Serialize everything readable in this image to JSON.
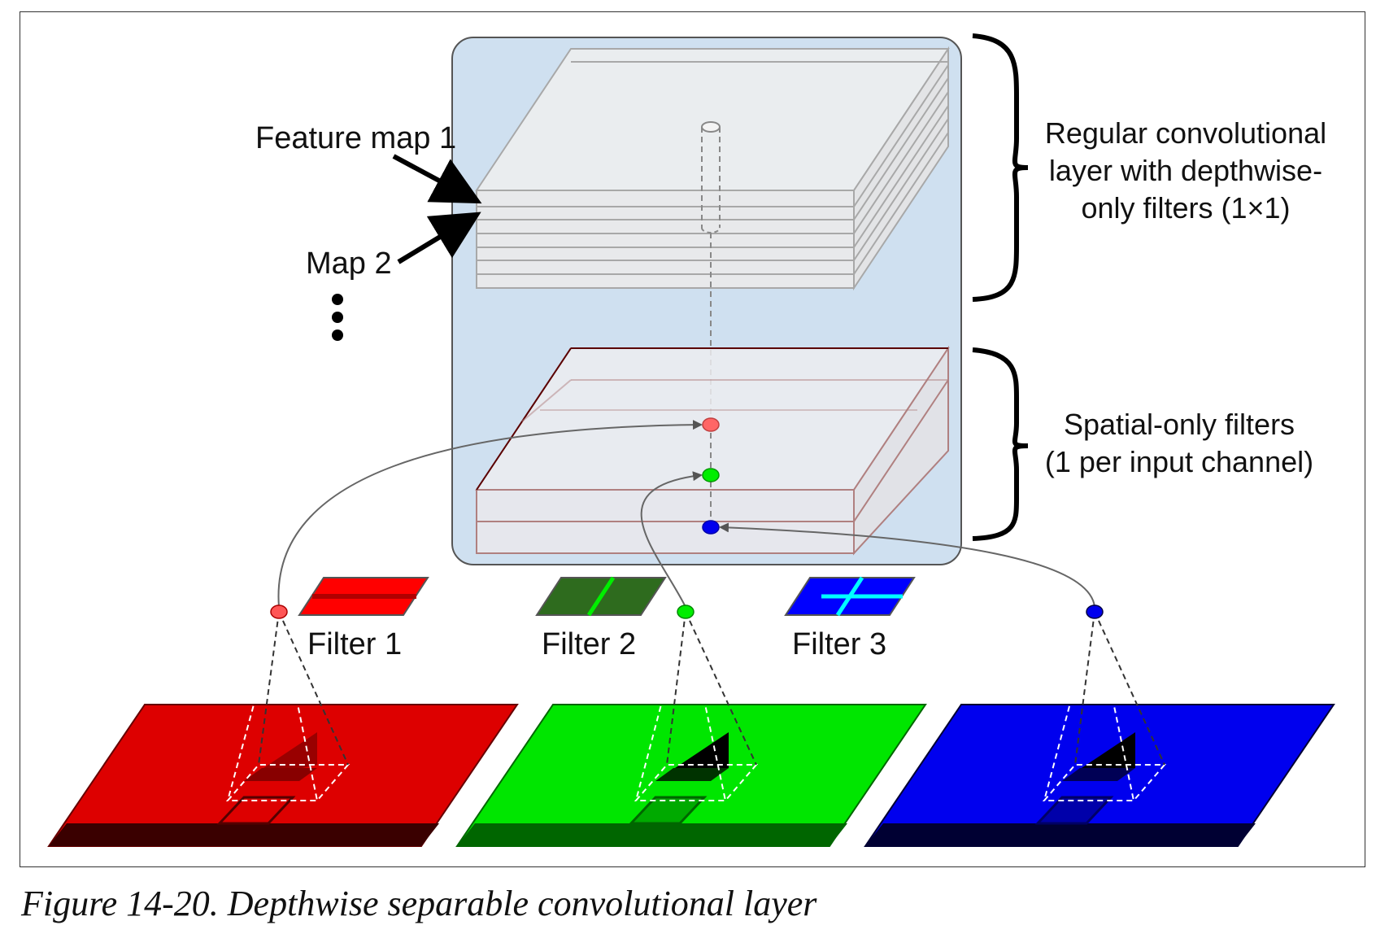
{
  "labels": {
    "feature_map_1": "Feature map 1",
    "map_2": "Map 2",
    "regular_line1": "Regular convolutional",
    "regular_line2": "layer with depthwise-",
    "regular_line3": "only filters (1×1)",
    "spatial_line1": "Spatial-only filters",
    "spatial_line2": "(1 per input channel)",
    "filter1": "Filter 1",
    "filter2": "Filter 2",
    "filter3": "Filter 3"
  },
  "caption": "Figure 14-20. Depthwise separable convolutional layer",
  "colors": {
    "panel_bg": "#cfe0f0",
    "red": "#dd0000",
    "green": "#00e600",
    "blue": "#0000ee",
    "dark_red": "#3a0000",
    "dark_green": "#006600",
    "dark_blue": "#000033"
  }
}
